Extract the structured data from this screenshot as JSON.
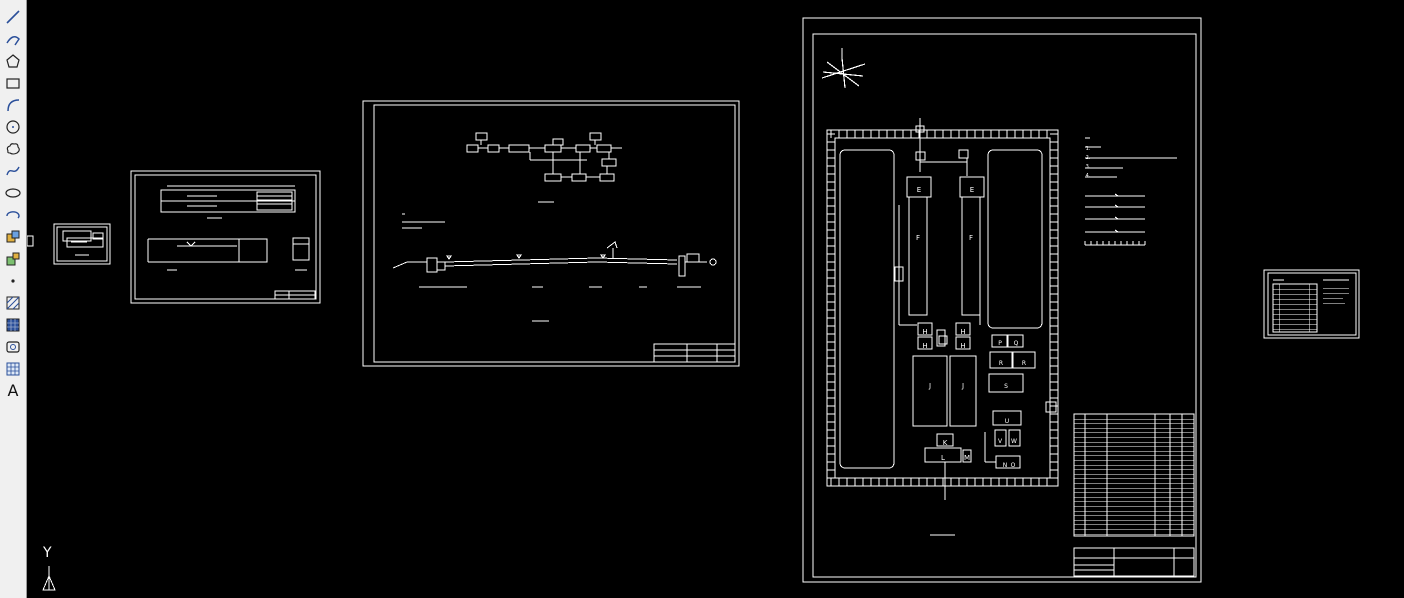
{
  "toolbar": {
    "tools": [
      {
        "name": "line-tool",
        "icon": "line-icon"
      },
      {
        "name": "polyline-tool",
        "icon": "polyline-icon"
      },
      {
        "name": "polygon-tool",
        "icon": "polygon-icon"
      },
      {
        "name": "rectangle-tool",
        "icon": "rectangle-icon"
      },
      {
        "name": "arc-tool",
        "icon": "arc-icon"
      },
      {
        "name": "circle-tool",
        "icon": "circle-icon"
      },
      {
        "name": "revision-cloud-tool",
        "icon": "cloud-icon"
      },
      {
        "name": "spline-tool",
        "icon": "spline-icon"
      },
      {
        "name": "ellipse-tool",
        "icon": "ellipse-icon"
      },
      {
        "name": "ellipse-arc-tool",
        "icon": "ellipse-arc-icon"
      },
      {
        "name": "insert-block-tool",
        "icon": "insert-block-icon"
      },
      {
        "name": "make-block-tool",
        "icon": "make-block-icon"
      },
      {
        "name": "point-tool",
        "icon": "point-icon"
      },
      {
        "name": "hatch-tool",
        "icon": "hatch-icon"
      },
      {
        "name": "gradient-tool",
        "icon": "gradient-icon"
      },
      {
        "name": "region-tool",
        "icon": "region-icon"
      },
      {
        "name": "table-tool",
        "icon": "table-icon"
      },
      {
        "name": "multiline-text-tool",
        "icon": "text-icon",
        "label": "A"
      }
    ]
  },
  "ucs": {
    "y_label": "Y"
  },
  "drawings": {
    "plan_sheet": {
      "labels_left": [
        "E",
        "E",
        "F",
        "F",
        "H",
        "H",
        "H",
        "H",
        "J",
        "J",
        "K",
        "L",
        "M"
      ],
      "labels_right": [
        "P",
        "Q",
        "R",
        "R",
        "S",
        "U",
        "V",
        "W",
        "N",
        "O"
      ],
      "notes": [
        "1.",
        "2.",
        "3.",
        "4."
      ]
    }
  },
  "colors": {
    "background": "#000000",
    "line": "#ffffff",
    "toolbar": "#f0f0f0"
  }
}
